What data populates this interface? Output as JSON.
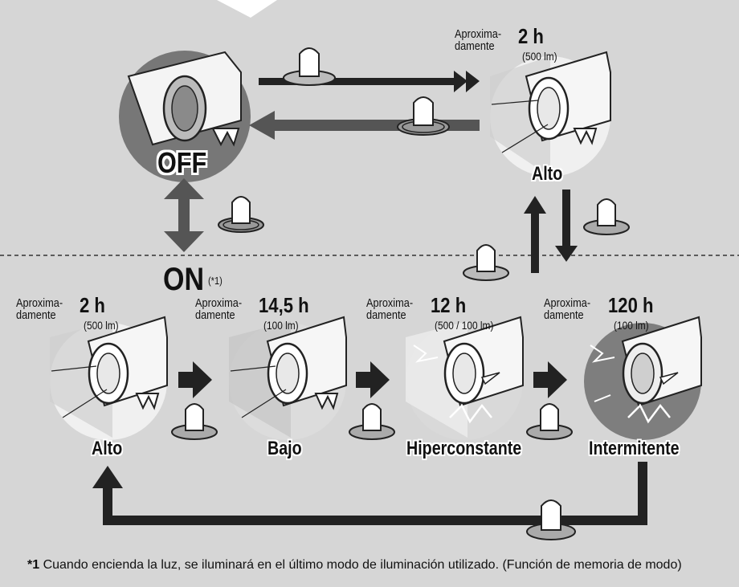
{
  "off_label": "OFF",
  "on_label": "ON",
  "on_note_marker": "(*1)",
  "approx_label": "Aproxima-",
  "approx_label2": "damente",
  "top_alto": {
    "hours": "2 h",
    "lumen": "(500 lm)",
    "mode": "Alto"
  },
  "modes": [
    {
      "hours": "2 h",
      "lumen": "(500 lm)",
      "mode": "Alto"
    },
    {
      "hours": "14,5 h",
      "lumen": "(100 lm)",
      "mode": "Bajo"
    },
    {
      "hours": "12 h",
      "lumen": "(500 / 100 lm)",
      "mode": "Hiperconstante"
    },
    {
      "hours": "120 h",
      "lumen": "(100 lm)",
      "mode": "Intermitente"
    }
  ],
  "footnote": {
    "marker": "*1",
    "text": "Cuando encienda la luz, se iluminará en el último modo de iluminación utilizado. (Función de memoria de modo)"
  },
  "colors": {
    "panel": "#d6d6d6",
    "arrow_dark": "#222222",
    "arrow_gray": "#555555"
  }
}
